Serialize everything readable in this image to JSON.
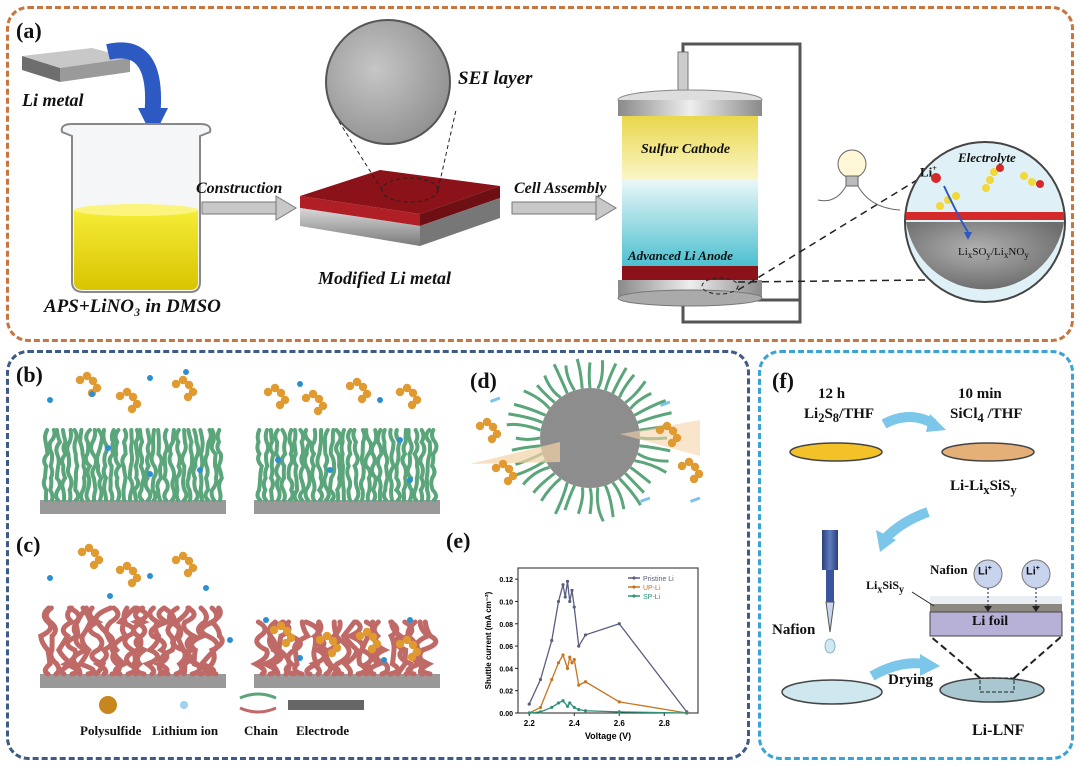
{
  "panel_a": {
    "label": "(a)",
    "li_metal": "Li metal",
    "sei_layer": "SEI layer",
    "construction": "Construction",
    "cell_assembly": "Cell Assembly",
    "modified_li": "Modified Li metal",
    "solution": "APS+LiNO₃ in DMSO",
    "sulfur_cathode": "Sulfur Cathode",
    "advanced_anode": "Advanced Li Anode",
    "electrolyte": "Electrolyte",
    "li_ion": "Li",
    "li_ion_sup": "+",
    "sei_comp_1": "Li",
    "sei_comp_1_sub": "x",
    "sei_comp_2": "SO",
    "sei_comp_2_sub": "y",
    "sei_comp_3": "/Li",
    "sei_comp_3_sub": "x",
    "sei_comp_4": "NO",
    "sei_comp_4_sub": "y"
  },
  "panel_b": {
    "label": "(b)"
  },
  "panel_c": {
    "label": "(c)"
  },
  "panel_d": {
    "label": "(d)"
  },
  "panel_e": {
    "label": "(e)"
  },
  "legend": {
    "polysulfide": "Polysulfide",
    "lithium_ion": "Lithium ion",
    "chain": "Chain",
    "electrode": "Electrode"
  },
  "panel_f": {
    "label": "(f)",
    "step1_time": "12 h",
    "step1_chem": "Li",
    "step1_chem_sub": "2",
    "step1_chem_2": "S",
    "step1_chem_sub_2": "8",
    "step1_chem_3": "/THF",
    "step2_time": "10 min",
    "step2_chem": "SiCl",
    "step2_chem_sub": "4",
    "step2_chem_2": " /THF",
    "product_1": "Li-Li",
    "product_1_sub": "x",
    "product_1_b": "SiS",
    "product_1_sub_b": "y",
    "nafion_layer": "Nafion",
    "lisis_layer": "Li",
    "lisis_sub": "x",
    "lisis_b": "SiS",
    "lisis_sub_b": "y",
    "li_plus": "Li",
    "li_plus_sup": "+",
    "li_foil": "Li foil",
    "nafion": "Nafion",
    "drying": "Drying",
    "product_2": "Li-LNF"
  },
  "chart_data": {
    "type": "line",
    "xlabel": "Voltage (V)",
    "ylabel": "Shuttle current (mA cm⁻²)",
    "xlim": [
      2.15,
      2.95
    ],
    "ylim": [
      0,
      0.13
    ],
    "xticks": [
      "2.2",
      "2.4",
      "2.6",
      "2.8"
    ],
    "yticks": [
      "0.00",
      "0.02",
      "0.04",
      "0.06",
      "0.08",
      "0.10",
      "0.12"
    ],
    "legend_position": "top-right",
    "series": [
      {
        "name": "Pristine Li",
        "color": "#5a5f7e",
        "x": [
          2.2,
          2.25,
          2.3,
          2.33,
          2.35,
          2.36,
          2.37,
          2.38,
          2.39,
          2.4,
          2.42,
          2.45,
          2.6,
          2.9
        ],
        "y": [
          0.008,
          0.03,
          0.065,
          0.1,
          0.115,
          0.104,
          0.118,
          0.1,
          0.11,
          0.095,
          0.06,
          0.07,
          0.08,
          0.001
        ]
      },
      {
        "name": "UP-Li",
        "color": "#c7751f",
        "x": [
          2.2,
          2.25,
          2.3,
          2.33,
          2.35,
          2.37,
          2.38,
          2.39,
          2.4,
          2.42,
          2.45,
          2.6,
          2.9
        ],
        "y": [
          0.0,
          0.005,
          0.03,
          0.045,
          0.052,
          0.04,
          0.05,
          0.045,
          0.048,
          0.025,
          0.028,
          0.01,
          0.0
        ]
      },
      {
        "name": "SP-Li",
        "color": "#2f8f77",
        "x": [
          2.2,
          2.25,
          2.3,
          2.33,
          2.35,
          2.37,
          2.38,
          2.4,
          2.42,
          2.45,
          2.6,
          2.9
        ],
        "y": [
          0.0,
          0.001,
          0.005,
          0.009,
          0.011,
          0.006,
          0.009,
          0.005,
          0.003,
          0.002,
          0.001,
          0.0
        ]
      }
    ]
  },
  "colors": {
    "panel_a_border": "#c9753f",
    "panel_bcde_border": "#3e5a86",
    "panel_f_border": "#3aa3d6",
    "li_modified_top": "#8b1219",
    "chain_green": "#5aa57a",
    "chain_red": "#c06a68",
    "polysulfide": "#e09a30",
    "lithium_ion": "#2e8fd0"
  }
}
